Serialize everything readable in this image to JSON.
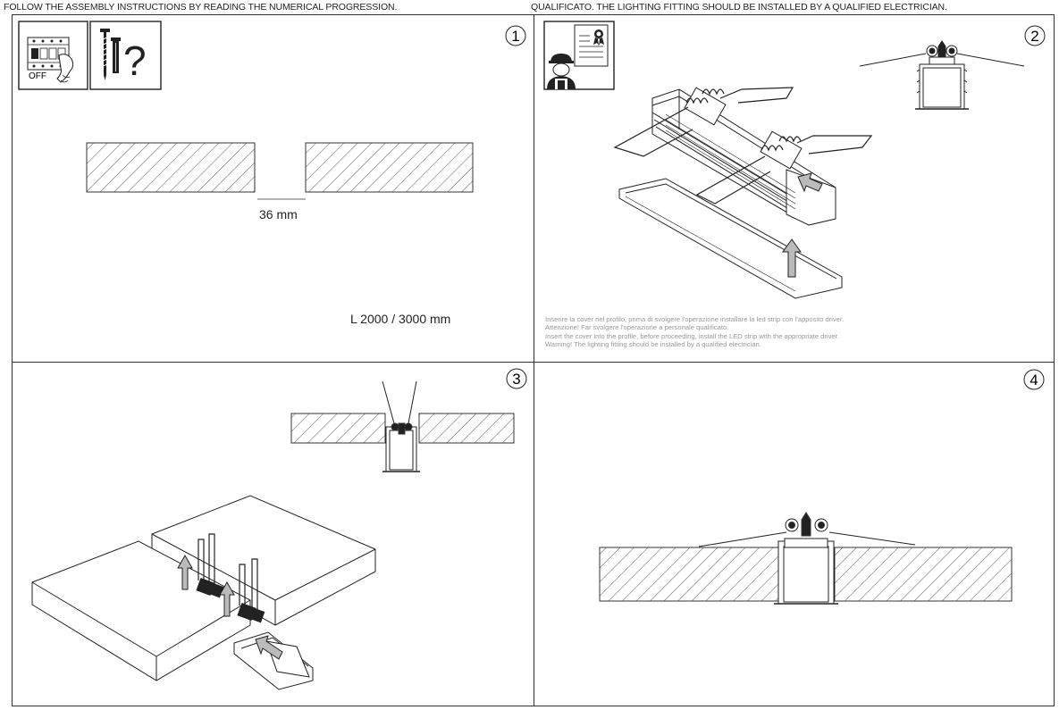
{
  "header": {
    "left_caption": "FOLLOW THE ASSEMBLY INSTRUCTIONS BY READING THE NUMERICAL PROGRESSION.",
    "right_caption": "QUALIFICATO. THE LIGHTING FITTING SHOULD BE INSTALLED BY A QUALIFIED ELECTRICIAN."
  },
  "steps": [
    {
      "number": "1"
    },
    {
      "number": "2"
    },
    {
      "number": "3"
    },
    {
      "number": "4"
    }
  ],
  "step1": {
    "off_label": "OFF",
    "question_mark": "?",
    "gap_dimension": "36 mm",
    "length_dimension": "L 2000 / 3000 mm"
  },
  "step2": {
    "notes": [
      "Inserire la cover nel profilo, prima di svolgere l'operazione installare la led strip con l'apposito driver.",
      "Attenzione! Far svolgere l'operazione a personale qualificato.",
      "Insert the cover into the profile, before proceeding, install the LED strip with the appropriate driver.",
      "Warning! The lighting fitting should be installed by a qualified electrician."
    ]
  },
  "icons": [
    "circuit-breaker-off-icon",
    "tools-icon",
    "electrician-icon",
    "certificate-icon",
    "arrow-icon"
  ]
}
